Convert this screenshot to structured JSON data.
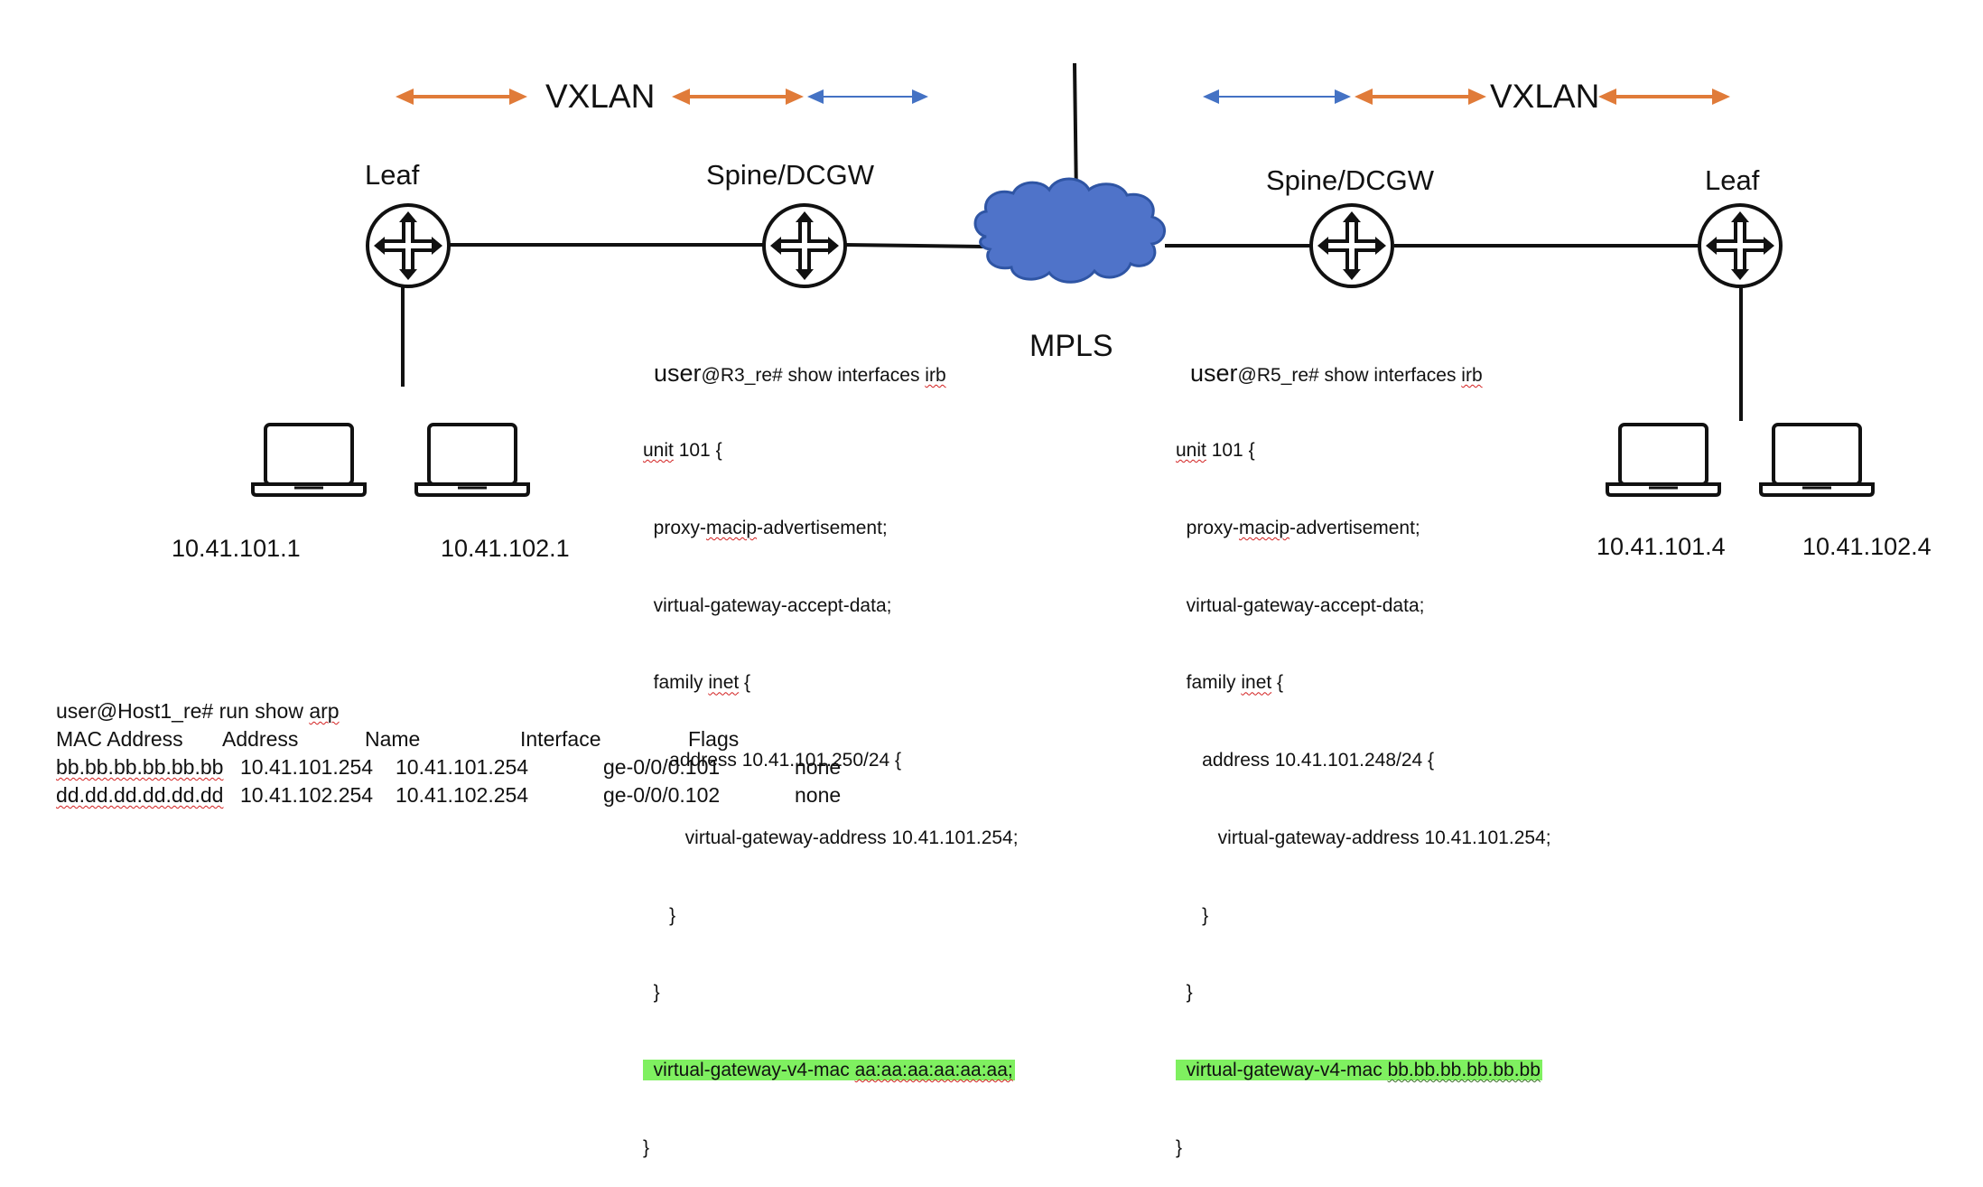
{
  "labels": {
    "vxlan_left": "VXLAN",
    "vxlan_right": "VXLAN",
    "leaf_left": "Leaf",
    "spine_left": "Spine/DCGW",
    "spine_right": "Spine/DCGW",
    "leaf_right": "Leaf",
    "mpls": "MPLS"
  },
  "hosts": [
    {
      "ip": "10.41.101.1"
    },
    {
      "ip": "10.41.102.1"
    },
    {
      "ip": "10.41.101.4"
    },
    {
      "ip": "10.41.102.4"
    }
  ],
  "config_r3": {
    "user": "user",
    "prompt": "@R3_re# show interfaces ",
    "prompt_cmd": "irb",
    "unit_kw": "unit",
    "unit_rest": " 101 {",
    "l2_a": "  proxy-",
    "l2_b": "macip",
    "l2_c": "-advertisement;",
    "l3": "  virtual-gateway-accept-data;",
    "l4_a": "  family ",
    "l4_b": "inet",
    "l4_c": " {",
    "l5": "     address 10.41.101.250/24 {",
    "l6": "        virtual-gateway-address 10.41.101.254;",
    "l7": "     }",
    "l8": "  }",
    "mac_kw": "  virtual-gateway-v4-mac ",
    "mac_val": "aa:aa:aa:aa:aa:aa;",
    "close": "}"
  },
  "config_r5": {
    "user": "user",
    "prompt": "@R5_re# show interfaces ",
    "prompt_cmd": "irb",
    "unit_kw": "unit",
    "unit_rest": " 101 {",
    "l2_a": "  proxy-",
    "l2_b": "macip",
    "l2_c": "-advertisement;",
    "l3": "  virtual-gateway-accept-data;",
    "l4_a": "  family ",
    "l4_b": "inet",
    "l4_c": " {",
    "l5": "     address 10.41.101.248/24 {",
    "l6": "        virtual-gateway-address 10.41.101.254;",
    "l7": "     }",
    "l8": "  }",
    "mac_kw": "  virtual-gateway-v4-mac ",
    "mac_val": "bb.bb.bb.bb.bb.bb",
    "close": "}"
  },
  "arp": {
    "prompt_a": "user@Host1_re# run show ",
    "prompt_b": "arp",
    "headers": [
      "MAC Address",
      "Address",
      "Name",
      "Interface",
      "Flags"
    ],
    "rows": [
      [
        "bb.bb.bb.bb.bb.bb",
        "10.41.101.254",
        "10.41.101.254",
        "ge-0/0/0.101",
        "none"
      ],
      [
        "dd.dd.dd.dd.dd.dd",
        "10.41.102.254",
        "10.41.102.254",
        "ge-0/0/0.102",
        "none"
      ]
    ]
  },
  "colors": {
    "orange_arrow": "#e07b39",
    "blue_arrow": "#4472c4",
    "cloud_fill": "#4f73c9",
    "cloud_stroke": "#2f55a4",
    "highlight": "#7ff060"
  },
  "icons": [
    "router-icon",
    "laptop-icon",
    "cloud-icon",
    "double-arrow-icon"
  ]
}
